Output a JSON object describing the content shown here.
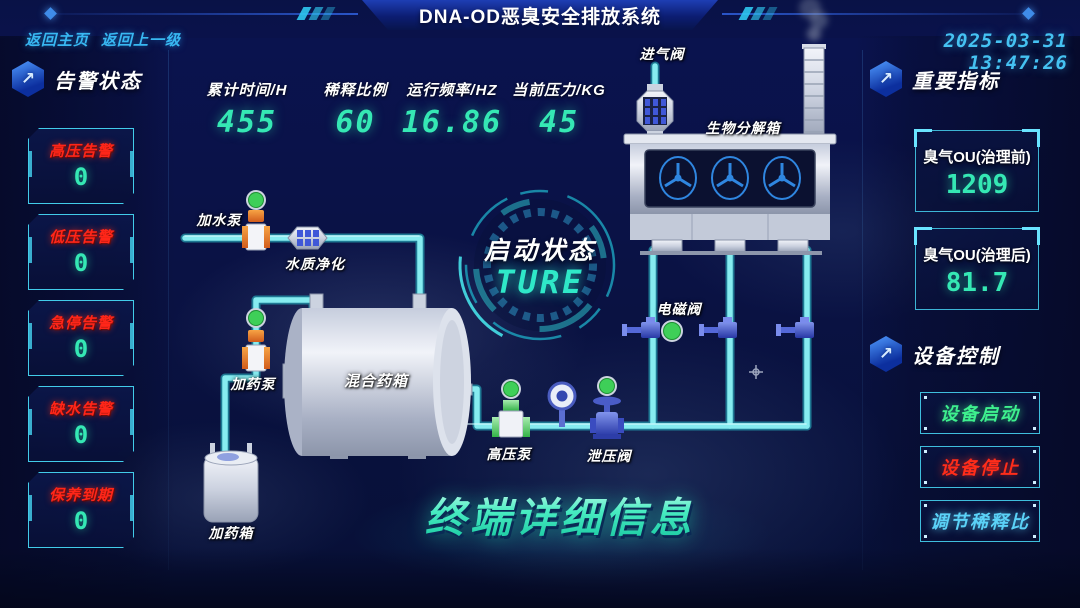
{
  "header": {
    "title": "DNA-OD恶臭安全排放系统",
    "nav_home": "返回主页",
    "nav_back": "返回上一级",
    "datetime": "2025-03-31 13:47:26"
  },
  "alarm_panel": {
    "title": "告警状态",
    "items": [
      {
        "label": "高压告警",
        "value": "0"
      },
      {
        "label": "低压告警",
        "value": "0"
      },
      {
        "label": "急停告警",
        "value": "0"
      },
      {
        "label": "缺水告警",
        "value": "0"
      },
      {
        "label": "保养到期",
        "value": "0"
      }
    ]
  },
  "metrics": [
    {
      "label": "累计时间/H",
      "value": "455"
    },
    {
      "label": "稀释比例",
      "value": "60"
    },
    {
      "label": "运行频率/HZ",
      "value": "16.86"
    },
    {
      "label": "当前压力/KG",
      "value": "45"
    }
  ],
  "status_badge": {
    "label": "启动状态",
    "value": "TURE"
  },
  "diagram_labels": {
    "intake_valve": "进气阀",
    "bio_box": "生物分解箱",
    "water_pump": "加水泵",
    "water_purifier": "水质净化",
    "dosing_pump": "加药泵",
    "mixing_tank": "混合药箱",
    "dosing_tank": "加药箱",
    "high_pressure_pump": "高压泵",
    "relief_valve": "泄压阀",
    "solenoid_valve": "电磁阀"
  },
  "terminal_title": "终端详细信息",
  "indicator_panel": {
    "title": "重要指标",
    "items": [
      {
        "label": "臭气OU(治理前)",
        "value": "1209"
      },
      {
        "label": "臭气OU(治理后)",
        "value": "81.7"
      }
    ]
  },
  "control_panel": {
    "title": "设备控制",
    "buttons": [
      {
        "label": "设备启动"
      },
      {
        "label": "设备停止"
      },
      {
        "label": "调节稀释比"
      }
    ]
  },
  "icons": {
    "section": "↗"
  },
  "colors": {
    "background": "#0a1145",
    "accent_cyan": "#3fd6f2",
    "value_teal": "#35e8b4",
    "alarm_red": "#ff2619",
    "pipe_cyan": "#86ecf0",
    "start_green": "#3ef08e",
    "stop_red": "#ff2d1a",
    "adjust_blue": "#5bd2f7",
    "datetime_blue": "#45c2f2"
  }
}
